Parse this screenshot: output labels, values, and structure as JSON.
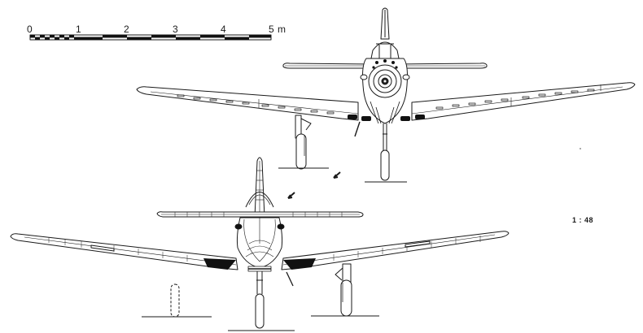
{
  "scale_bar": {
    "ticks": [
      "0",
      "1",
      "2",
      "3",
      "4",
      "5"
    ],
    "unit": "m"
  },
  "scale_ratio": "1 : 48",
  "views": [
    {
      "name": "front-view-top",
      "description": "Front view, wheels down, propeller removed (engine cowling face)"
    },
    {
      "name": "front-view-bottom",
      "description": "Rear view, tailplane and fin visible"
    }
  ],
  "colors": {
    "line": "#1a1a1a",
    "fill_dark": "#111111",
    "background": "#ffffff"
  }
}
